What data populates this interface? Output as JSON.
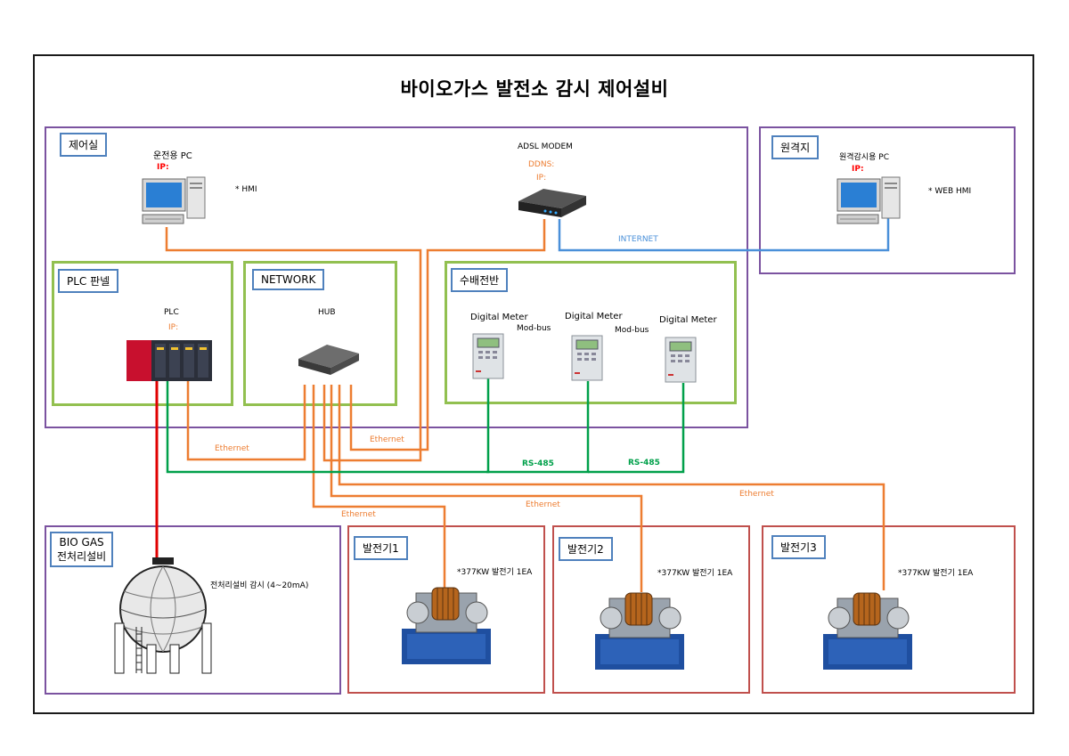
{
  "title": "바이오가스 발전소 감시 제어설비",
  "zones": {
    "control_room": "제어실",
    "remote": "원격지",
    "plc_panel": "PLC 판넬",
    "network": "NETWORK",
    "switchboard": "수배전반",
    "biogas_line1": "BIO GAS",
    "biogas_line2": "전처리설비",
    "gen1": "발전기1",
    "gen2": "발전기2",
    "gen3": "발전기3"
  },
  "devices": {
    "operator_pc": "운전용 PC",
    "operator_pc_ip": "IP:",
    "hmi": "* HMI",
    "adsl": "ADSL MODEM",
    "adsl_ddns": "DDNS:",
    "adsl_ip": "IP:",
    "remote_pc": "원격감시용 PC",
    "remote_pc_ip": "IP:",
    "web_hmi": "* WEB  HMI",
    "plc": "PLC",
    "plc_ip": "IP:",
    "hub": "HUB",
    "meter1": "Digital Meter",
    "meter2": "Digital Meter",
    "meter3": "Digital Meter",
    "modbus1": "Mod-bus",
    "modbus2": "Mod-bus",
    "biogas_monitor": "전처리설비 감시 (4~20mA)",
    "gen1_desc": "*377KW 발전기 1EA",
    "gen2_desc": "*377KW 발전기 1EA",
    "gen3_desc": "*377KW 발전기 1EA"
  },
  "links": {
    "internet": "INTERNET",
    "eth_plc": "Ethernet",
    "eth_modem": "Ethernet",
    "eth_gen1": "Ethernet",
    "eth_gen2": "Ethernet",
    "eth_gen3": "Ethernet",
    "rs485_1": "RS-485",
    "rs485_2": "RS-485"
  },
  "colors": {
    "ethernet": "#ed7d31",
    "rs485": "#00a04a",
    "internet": "#4a90d9",
    "analog": "#e00000",
    "zone_purple": "#7b53a0",
    "zone_green": "#92c050",
    "zone_red": "#c0504d",
    "label_border": "#4f81bd"
  }
}
